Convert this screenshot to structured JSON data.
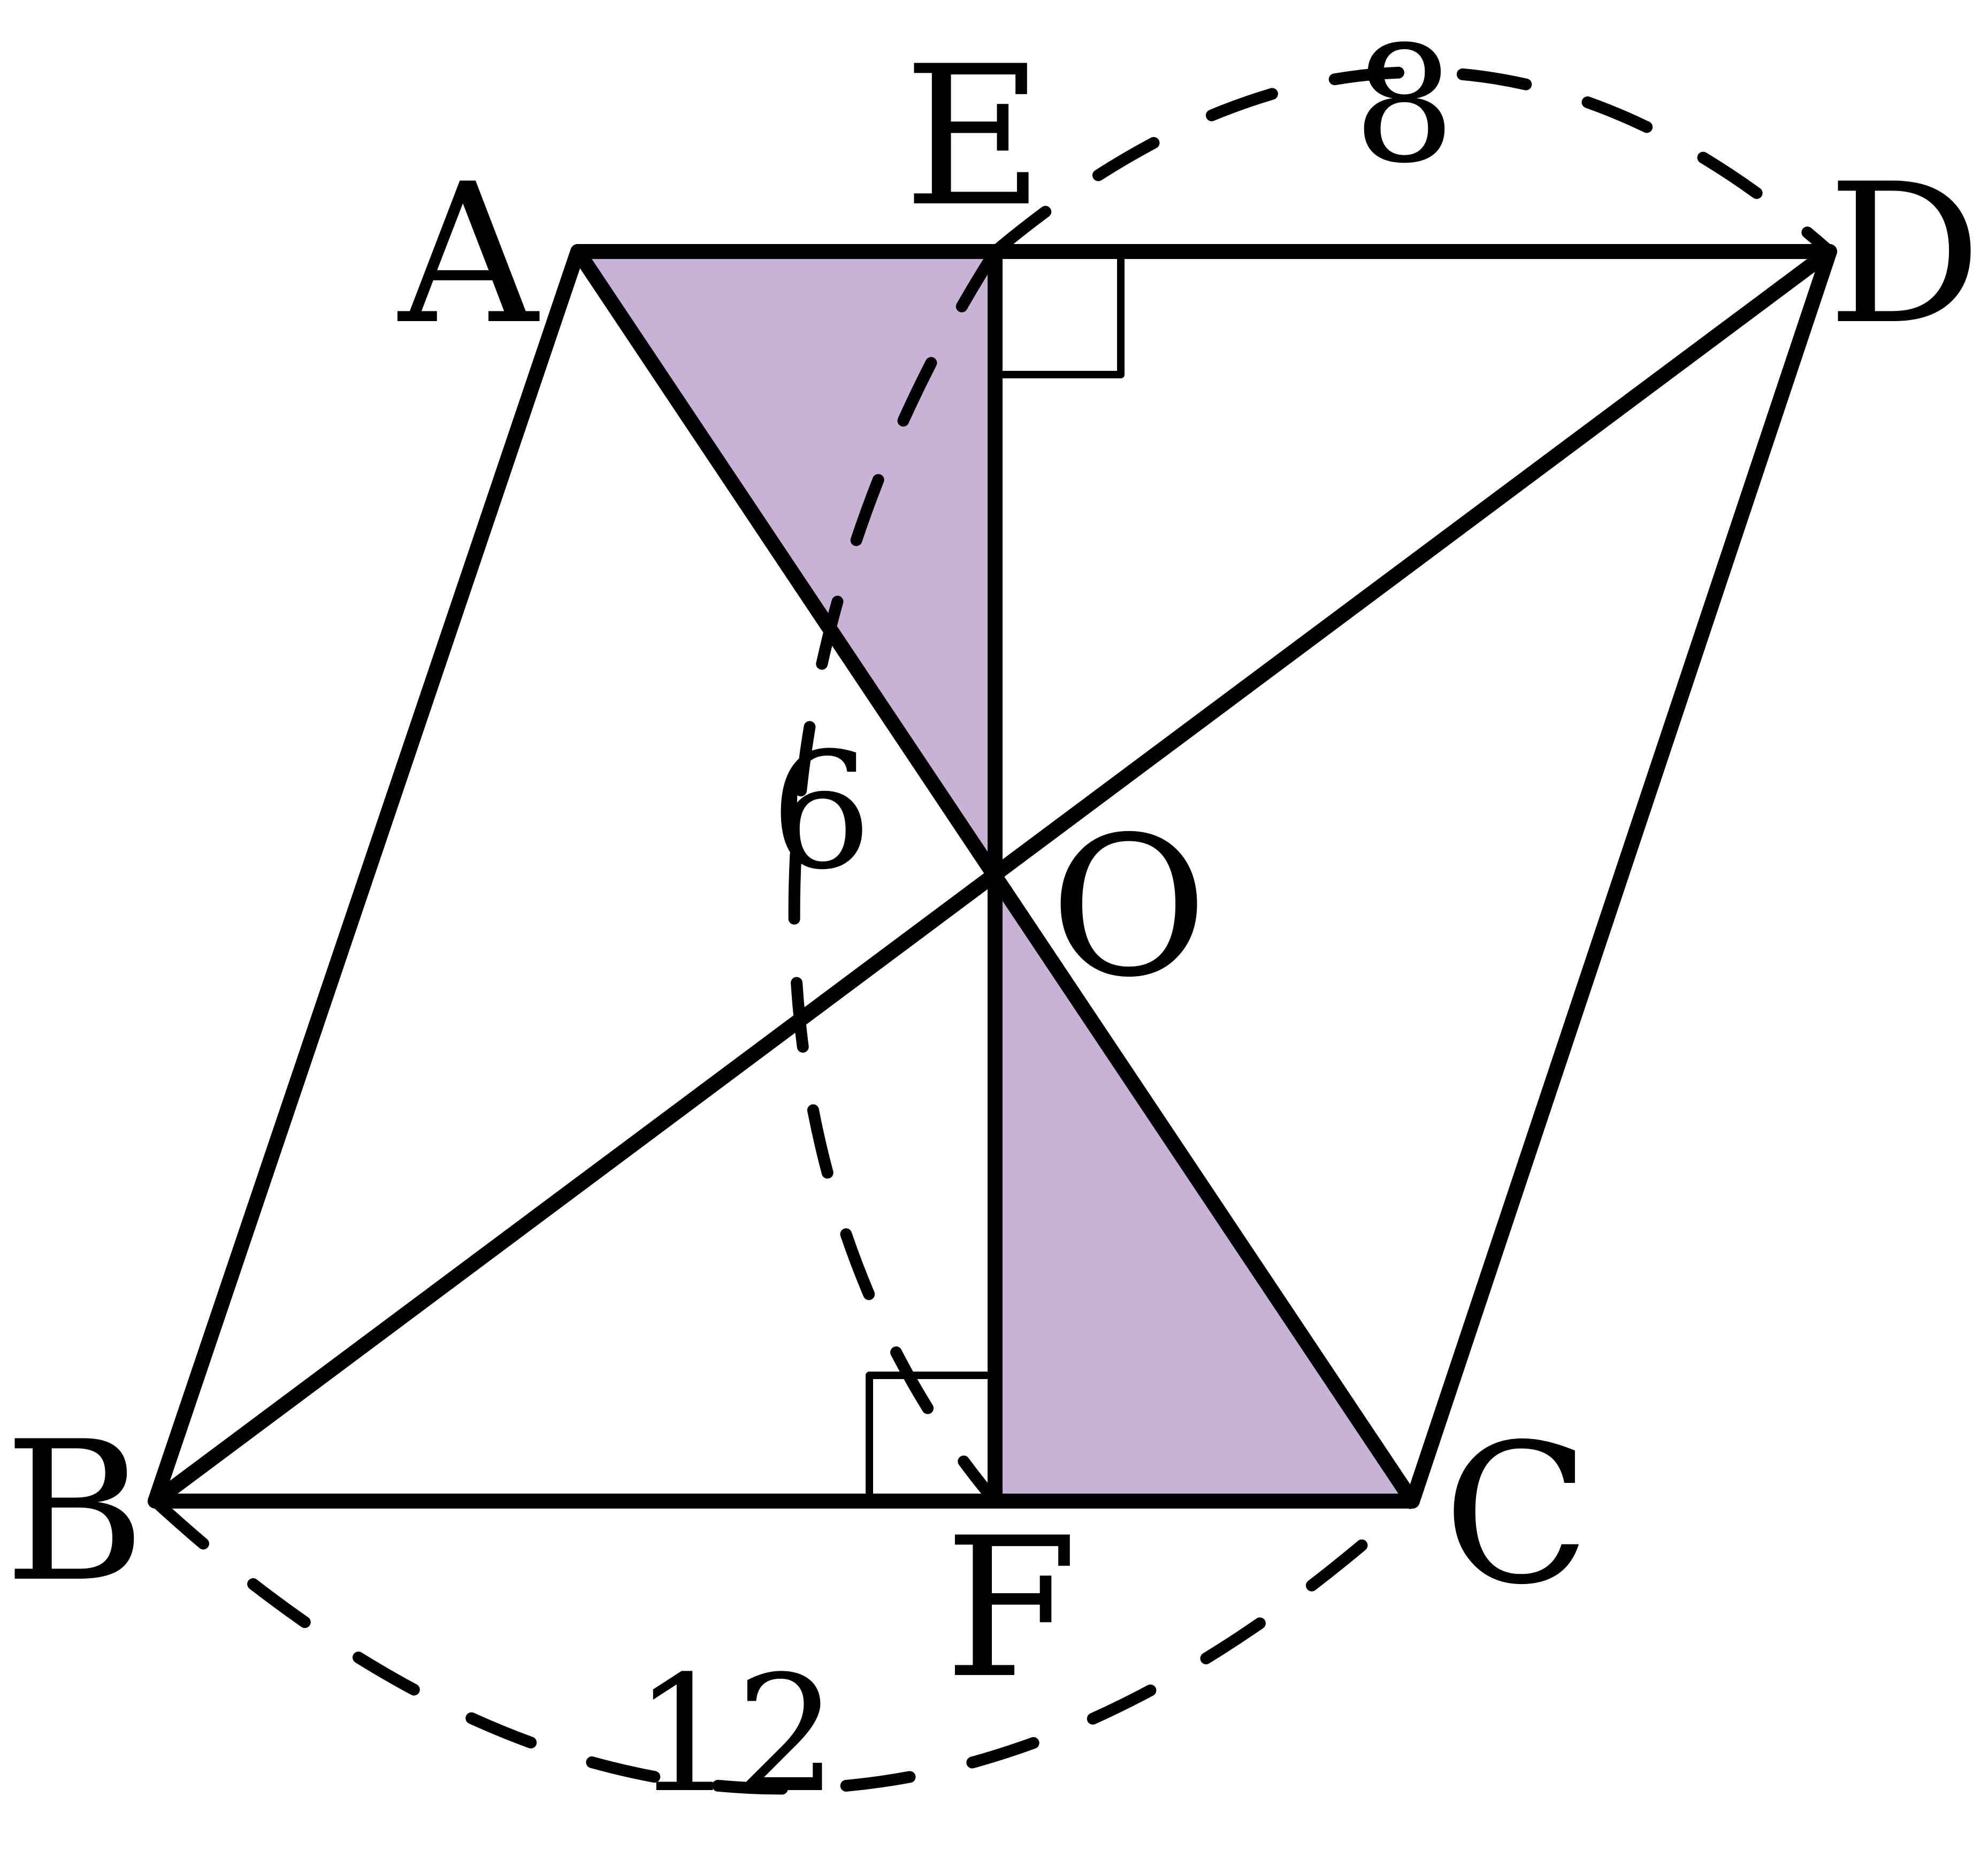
{
  "colors": {
    "shade": "#c8b3d6",
    "stroke": "#000000",
    "background": "#ffffff"
  },
  "points": {
    "A": "A",
    "B": "B",
    "C": "C",
    "D": "D",
    "E": "E",
    "F": "F",
    "O": "O"
  },
  "measures": {
    "ED": "8",
    "EF": "6",
    "BC": "12"
  }
}
